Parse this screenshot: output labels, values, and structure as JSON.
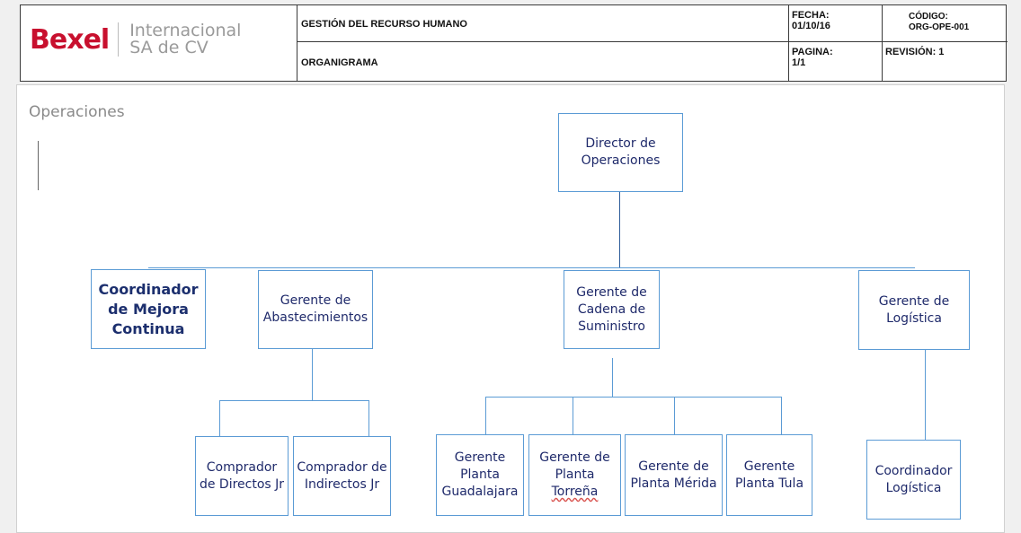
{
  "header": {
    "logo_brand": "Bexel",
    "logo_line1": "Internacional",
    "logo_line2": "SA de CV",
    "title_top": "GESTIÓN DEL RECURSO HUMANO",
    "title_bottom": "ORGANIGRAMA",
    "fecha_label": "FECHA:",
    "fecha_value": "01/10/16",
    "codigo_label": "CÓDIGO:",
    "codigo_value": "ORG-OPE-001",
    "pagina_label": "PAGINA:",
    "pagina_value": "1/1",
    "revision": "REVISIÓN: 1"
  },
  "section_title": "Operaciones",
  "org": {
    "director": [
      "Director de",
      "Operaciones"
    ],
    "coord_mejora": [
      "Coordinador",
      "de Mejora",
      "Continua"
    ],
    "g_abast": [
      "Gerente de",
      "Abastecimientos"
    ],
    "g_cadena": [
      "Gerente de",
      "Cadena de",
      "Suministro"
    ],
    "g_logistica": [
      "Gerente de",
      "Logística"
    ],
    "comp_directos": [
      "Comprador",
      "de Directos Jr"
    ],
    "comp_indirectos": [
      "Comprador de",
      "Indirectos Jr"
    ],
    "gp_guadalajara": [
      "Gerente",
      "Planta",
      "Guadalajara"
    ],
    "gp_torrena": [
      "Gerente de",
      "Planta",
      "Torreña"
    ],
    "gp_merida": [
      "Gerente de",
      "Planta Mérida"
    ],
    "gp_tula": [
      "Gerente",
      "Planta Tula"
    ],
    "coord_logistica": [
      "Coordinador",
      "Logística"
    ]
  }
}
